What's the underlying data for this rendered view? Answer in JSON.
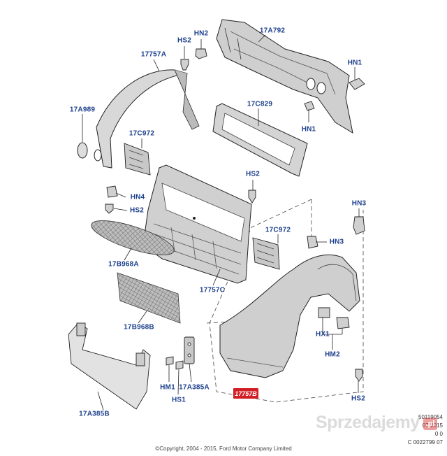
{
  "labels": {
    "hs2_top": "HS2",
    "hn2": "HN2",
    "p17a792": "17A792",
    "p17757a": "17757A",
    "hn1_right": "HN1",
    "p17a989": "17A989",
    "p17c829": "17C829",
    "p17c972_left": "17C972",
    "hn1_mid": "HN1",
    "hs2_center": "HS2",
    "hn4": "HN4",
    "hs2_left": "HS2",
    "hn3_top": "HN3",
    "p17c972_right": "17C972",
    "hn3_right": "HN3",
    "p17b968a": "17B968A",
    "p17757c": "17757C",
    "p17b968b": "17B968B",
    "hx1": "HX1",
    "hm2": "HM2",
    "hm1": "HM1",
    "p17a385a": "17A385A",
    "hs1": "HS1",
    "p17a385b": "17A385B",
    "hs2_bottom": "HS2"
  },
  "highlight": {
    "text": "17757B",
    "color": "#d21f26"
  },
  "meta": {
    "line1": "50119054",
    "line2": "07-2015",
    "line3": "0 0",
    "line4": "C 0022799 07"
  },
  "copyright": "©Copyright, 2004 - 2015, Ford Motor Company Limited",
  "watermark": {
    "text": "Sprzedajemy",
    "badge": ".pl"
  },
  "colors": {
    "label": "#1c3f8c",
    "line": "#222222",
    "part_fill": "#cccccc",
    "part_shade": "#a8a8a8"
  }
}
